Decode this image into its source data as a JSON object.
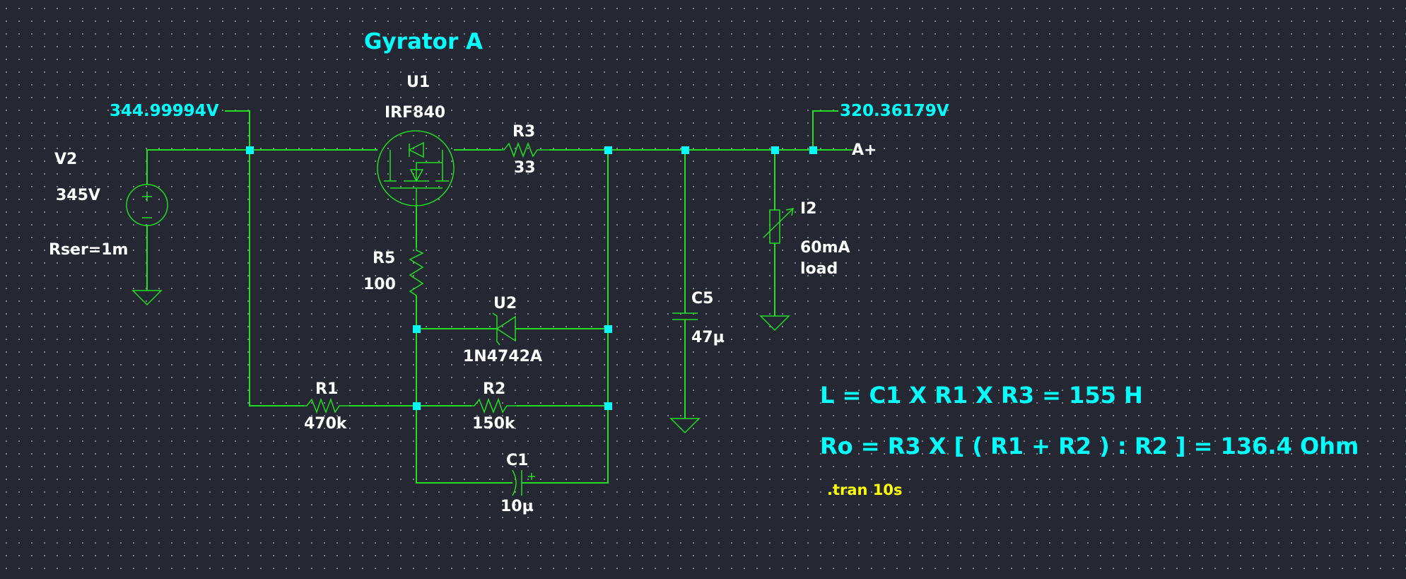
{
  "title": "Gyrator A",
  "colors": {
    "background": "#252833",
    "wire": "#22dd22",
    "junction": "#00ffff",
    "label_text": "#ffffff",
    "netlabel_text": "#00ffff",
    "directive_text": "#ffff00"
  },
  "components": {
    "V2": {
      "ref": "V2",
      "value": "345V",
      "param": "Rser=1m",
      "icon": "voltage-source-icon"
    },
    "U1": {
      "ref": "U1",
      "value": "IRF840",
      "icon": "nmos-transistor-icon"
    },
    "R3": {
      "ref": "R3",
      "value": "33",
      "icon": "resistor-icon"
    },
    "R5": {
      "ref": "R5",
      "value": "100",
      "icon": "resistor-icon"
    },
    "U2": {
      "ref": "U2",
      "value": "1N4742A",
      "icon": "zener-diode-icon"
    },
    "R1": {
      "ref": "R1",
      "value": "470k",
      "icon": "resistor-icon"
    },
    "R2": {
      "ref": "R2",
      "value": "150k",
      "icon": "resistor-icon"
    },
    "C1": {
      "ref": "C1",
      "value": "10µ",
      "icon": "polarized-capacitor-icon"
    },
    "C5": {
      "ref": "C5",
      "value": "47µ",
      "icon": "capacitor-icon"
    },
    "I2": {
      "ref": "I2",
      "value": "60mA",
      "param": "load",
      "icon": "current-load-icon"
    }
  },
  "net_labels": {
    "input_voltage": "344.99994V",
    "output_voltage": "320.36179V",
    "output_port": "A+"
  },
  "annotations": {
    "inductance": "L = C1 X R1 X R3 = 155 H",
    "output_resistance": "Ro = R3 X [ ( R1 + R2 ) : R2 ] =  136.4 Ohm",
    "sim_directive": ".tran 10s"
  }
}
